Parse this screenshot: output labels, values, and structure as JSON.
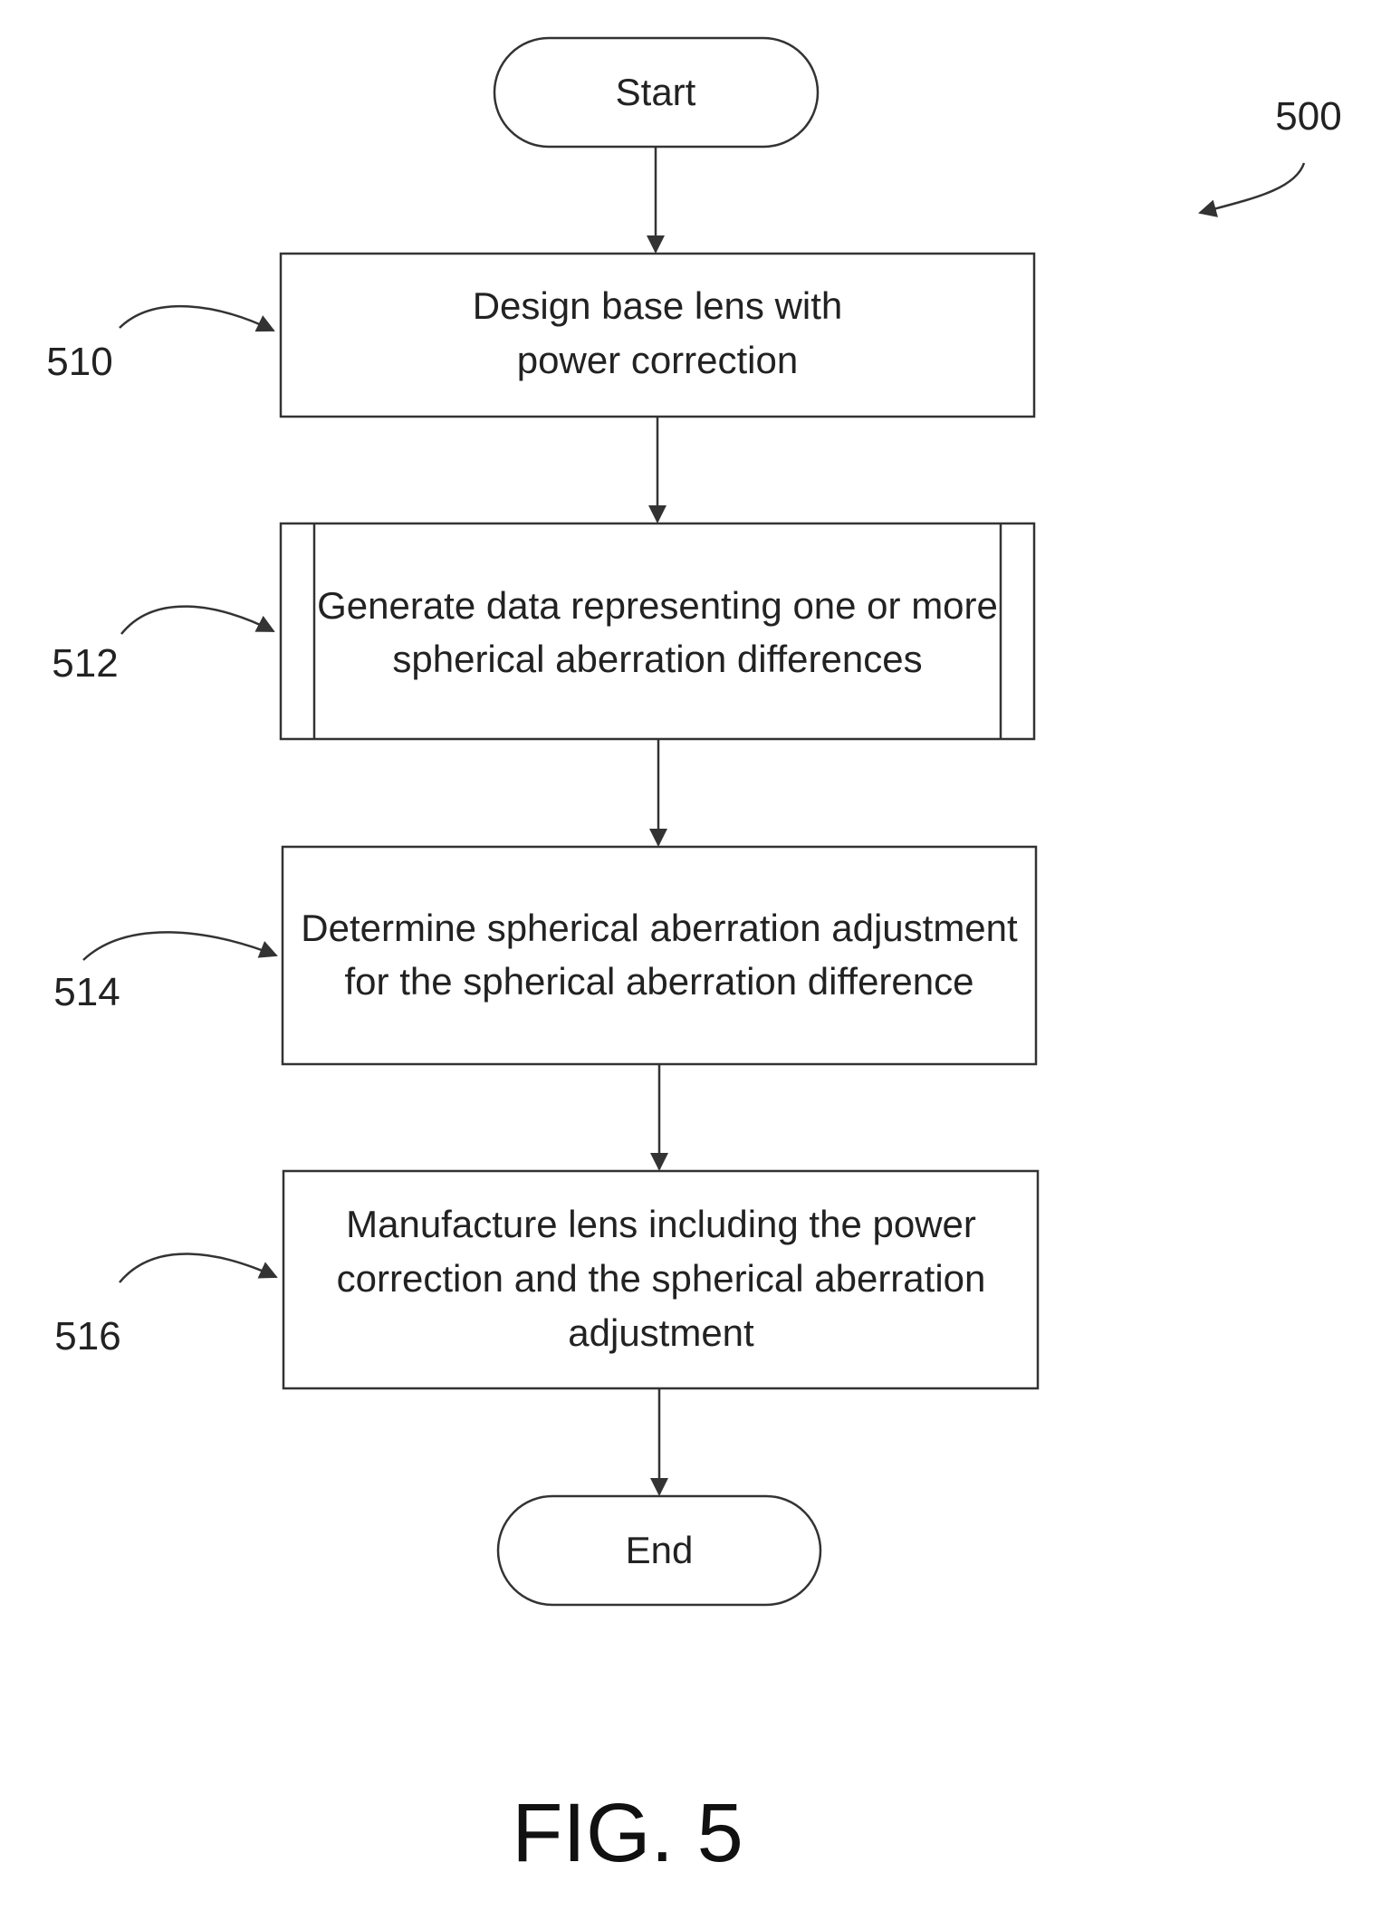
{
  "figure": {
    "diagram_number": "500",
    "caption": "FIG. 5"
  },
  "nodes": {
    "start": {
      "label": "Start"
    },
    "step_510": {
      "ref": "510",
      "lines": [
        "Design base lens with",
        "power correction"
      ]
    },
    "step_512": {
      "ref": "512",
      "lines": [
        "Generate data representing one or more",
        "spherical aberration differences"
      ]
    },
    "step_514": {
      "ref": "514",
      "lines": [
        "Determine spherical aberration adjustment",
        "for the spherical aberration difference"
      ]
    },
    "step_516": {
      "ref": "516",
      "lines": [
        "Manufacture lens including the power",
        "correction and the spherical aberration",
        "adjustment"
      ]
    },
    "end": {
      "label": "End"
    }
  },
  "edges": [
    {
      "from": "start",
      "to": "step_510"
    },
    {
      "from": "step_510",
      "to": "step_512"
    },
    {
      "from": "step_512",
      "to": "step_514"
    },
    {
      "from": "step_514",
      "to": "step_516"
    },
    {
      "from": "step_516",
      "to": "end"
    }
  ]
}
